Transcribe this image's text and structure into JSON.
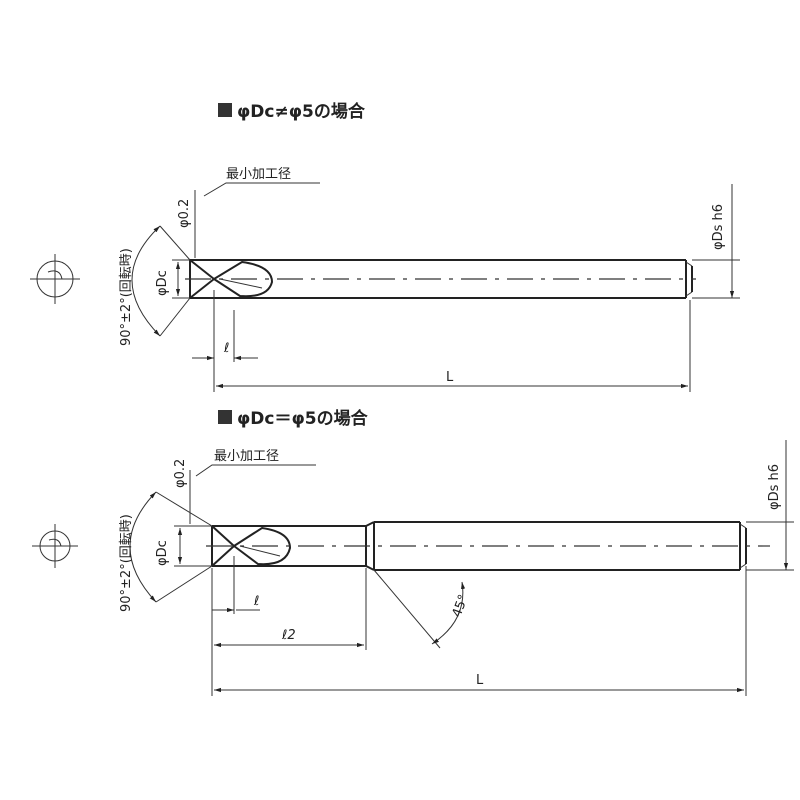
{
  "top": {
    "title": "φDc≠φ5の場合",
    "min_diameter_label": "最小加工径",
    "tip_label": "φ0.2",
    "angle_label": "90°±2°(回転時)",
    "dc_label": "φDc",
    "ds_label": "φDs h6",
    "l_label": "ℓ",
    "L_label": "L"
  },
  "bottom": {
    "title": "φDc＝φ5の場合",
    "min_diameter_label": "最小加工径",
    "tip_label": "φ0.2",
    "angle_label": "90°±2°(回転時)",
    "dc_label": "φDc",
    "ds_label": "φDs h6",
    "l_label": "ℓ",
    "l2_label": "ℓ2",
    "chamfer_label": "45°",
    "L_label": "L"
  },
  "colors": {
    "line": "#222222",
    "background": "#ffffff"
  }
}
